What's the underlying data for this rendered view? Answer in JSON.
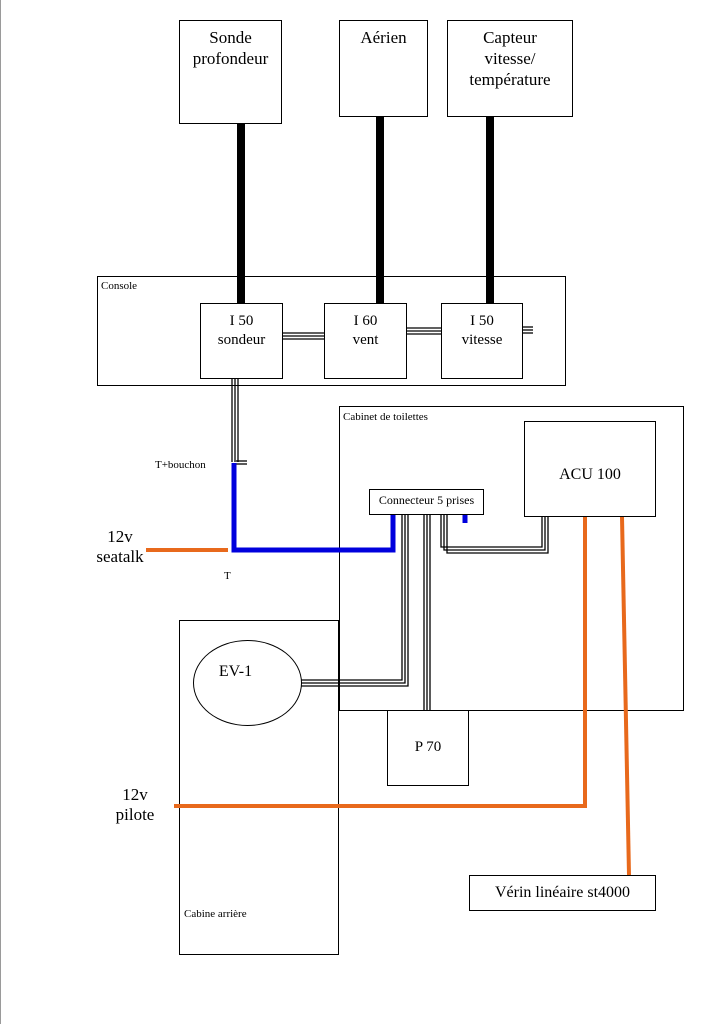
{
  "sensors": {
    "depth": [
      "Sonde",
      "profondeur"
    ],
    "wind": [
      "Aérien"
    ],
    "speed": [
      "Capteur",
      "vitesse/",
      "température"
    ]
  },
  "console": {
    "label": "Console",
    "i50_depth": [
      "I 50",
      "sondeur"
    ],
    "i60_wind": [
      "I 60",
      "vent"
    ],
    "i50_speed": [
      "I 50",
      "vitesse"
    ]
  },
  "cabinet": {
    "label": "Cabinet de toilettes",
    "acu": "ACU 100",
    "connector": "Connecteur 5 prises"
  },
  "cabin": {
    "label": "Cabine arrière",
    "ev1": "EV-1"
  },
  "p70": "P 70",
  "actuator": "Vérin linéaire st4000",
  "labels": {
    "t_bouchon": "T+bouchon",
    "t": "T",
    "seatalk_line1": "12v",
    "seatalk_line2": "seatalk",
    "pilote_line1": "12v",
    "pilote_line2": "pilote"
  },
  "colors": {
    "seatalk_bus": "#0000dd",
    "power": "#e8691c",
    "sensor_cable": "#000000"
  }
}
